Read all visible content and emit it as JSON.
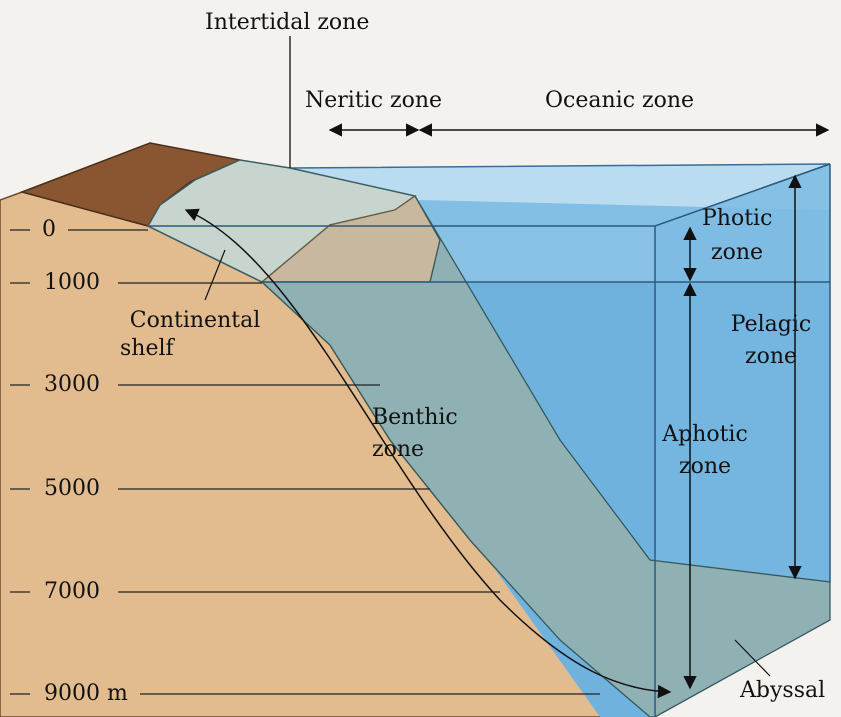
{
  "diagram": {
    "depth_ticks": [
      "0",
      "1000",
      "3000",
      "5000",
      "7000",
      "9000 m"
    ],
    "zones": {
      "intertidal": "Intertidal zone",
      "neritic": "Neritic zone",
      "oceanic": "Oceanic zone",
      "photic_line1": "Photic",
      "photic_line2": "zone",
      "pelagic_line1": "Pelagic",
      "pelagic_line2": "zone",
      "aphotic_line1": "Aphotic",
      "aphotic_line2": "zone",
      "continental_line1": "Continental",
      "continental_line2": "shelf",
      "benthic_line1": "Benthic",
      "benthic_line2": "zone",
      "abyssal": "Abyssal"
    },
    "colors": {
      "land": "#e2bc8e",
      "land_top": "#8a5632",
      "water_front": "#6fb2de",
      "water_top": "#b9dcf1",
      "water_side": "#8ec7e8",
      "seafloor": "#8fb1b4",
      "shelf_top": "#c8d5cf",
      "shelf_edge": "#c9b8a0"
    }
  }
}
